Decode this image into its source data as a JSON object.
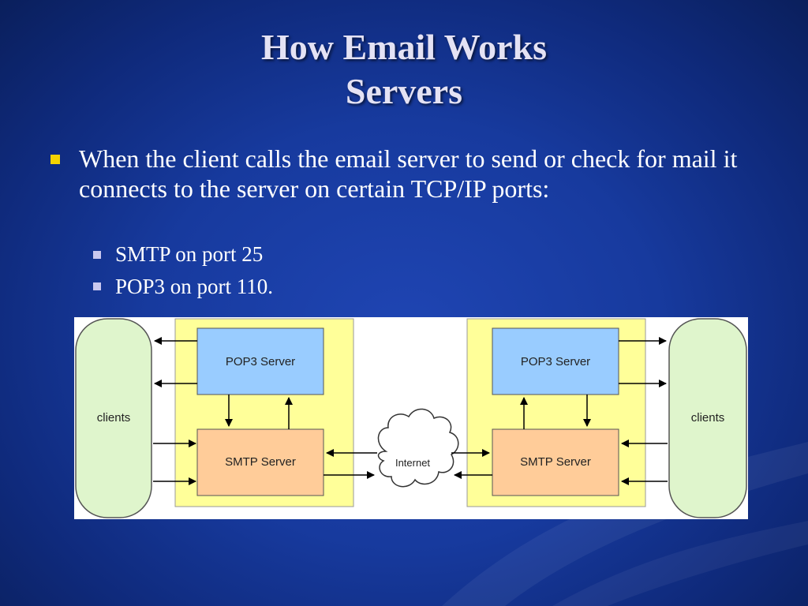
{
  "slide": {
    "title_line1": "How Email Works",
    "title_line2": "Servers",
    "bullet": "When the client calls the email server to send or check for mail it connects to the server on certain TCP/IP ports:",
    "sub_bullets": [
      "SMTP on port 25",
      "POP3 on port 110."
    ]
  },
  "diagram": {
    "left_clients": "clients",
    "right_clients": "clients",
    "left_pop3": "POP3 Server",
    "left_smtp": "SMTP Server",
    "right_pop3": "POP3 Server",
    "right_smtp": "SMTP Server",
    "internet": "Internet"
  },
  "colors": {
    "background": "#173a9e",
    "title": "#e4e2f4",
    "bullet_marker": "#f5d300",
    "sub_bullet_marker": "#c9c8ef",
    "server_zone": "#ffff99",
    "clients": "#dff5cc",
    "pop3": "#99ccff",
    "smtp": "#ffcc99"
  }
}
